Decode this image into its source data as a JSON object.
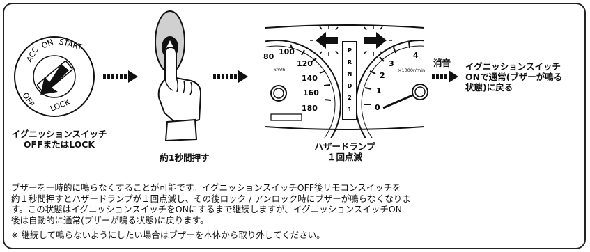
{
  "ignition": {
    "labels": [
      "ACC",
      "ON",
      "START",
      "LOCK",
      "OFF"
    ],
    "caption_line1": "イグニッションスイッチ",
    "caption_line2": "OFFまたはLOCK"
  },
  "press": {
    "caption": "約1秒間押す"
  },
  "dashboard": {
    "speedo_ticks": [
      "80",
      "100",
      "120",
      "140",
      "160",
      "180"
    ],
    "speed_unit": "km/h",
    "gear_letters": [
      "P",
      "R",
      "N",
      "D",
      "2",
      "1"
    ],
    "tacho_ticks": [
      "0",
      "1",
      "2",
      "3",
      "4"
    ],
    "tacho_unit": "×1000r/min",
    "caption_line1": "ハザードランプ",
    "caption_line2": "１回点滅"
  },
  "result": {
    "mute_label": "消音",
    "line1": "イグニッションスイッチ",
    "line2": "ONで通常(ブザーが鳴る",
    "line3": "状態)に戻る"
  },
  "description": {
    "lines": [
      "ブザーを一時的に鳴らなくすることが可能です。イグニッションスイッチOFF後リモコンスイッチを",
      "約１秒間押すとハザードランプが１回点滅し、その後ロック / アンロック時にブザーが鳴らなくなりま",
      "す。この状態はイグニッションスイッチをONにするまで継続しますが、イグニッションスイッチON",
      "後は自動的に通常(ブザーが鳴る状態)に戻ります。"
    ],
    "note": "※ 継続して鳴らないようにしたい場合はブザーを本体から取り外してください。"
  },
  "colors": {
    "line": "#111111",
    "panel": "#ffffff",
    "remote_body": "#d0d0d0"
  }
}
